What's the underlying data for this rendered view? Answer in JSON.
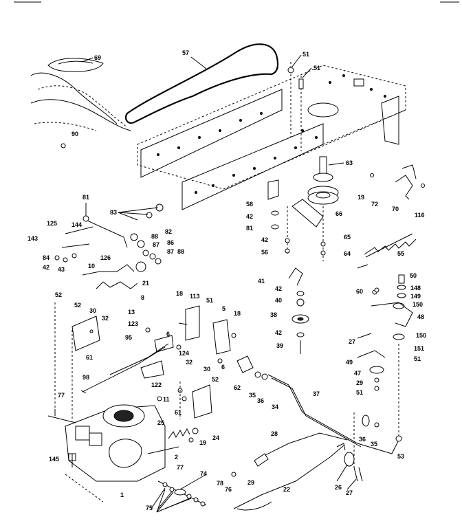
{
  "labels": {
    "l69": "69",
    "l57": "57",
    "l51a": "51",
    "l51b": "51",
    "l90": "90",
    "l63": "63",
    "l19a": "19",
    "l72": "72",
    "l70": "70",
    "l116": "116",
    "l58": "58",
    "l42a": "42",
    "l81a": "81",
    "l66": "66",
    "l42b": "42",
    "l56": "56",
    "l65": "65",
    "l64": "64",
    "l55": "55",
    "l81b": "81",
    "l83": "83",
    "l82": "82",
    "l125": "125",
    "l144": "144",
    "l143": "143",
    "l84": "84",
    "l42c": "42",
    "l43": "43",
    "l126": "126",
    "l88": "88",
    "l87a": "87",
    "l86": "86",
    "l87b": "87",
    "l88b": "88",
    "l10": "10",
    "l21": "21",
    "l8": "8",
    "l41": "41",
    "l42d": "42",
    "l40": "40",
    "l38": "38",
    "l42e": "42",
    "l39": "39",
    "l50": "50",
    "l60": "60",
    "l148": "148",
    "l149": "149",
    "l150a": "150",
    "l48": "48",
    "l27a": "27",
    "l150b": "150",
    "l151": "151",
    "l51c": "51",
    "l49": "49",
    "l47": "47",
    "l29a": "29",
    "l51d": "51",
    "l52a": "52",
    "l52b": "52",
    "l30a": "30",
    "l32a": "32",
    "l61a": "61",
    "l18a": "18",
    "l113": "113",
    "l51e": "51",
    "l5": "5",
    "l18b": "18",
    "l13": "13",
    "l123": "123",
    "l6a": "6",
    "l6b": "6",
    "l95": "95",
    "l124": "124",
    "l62": "62",
    "l35a": "35",
    "l36a": "36",
    "l34": "34",
    "l37": "37",
    "l98": "98",
    "l122": "122",
    "l11": "11",
    "l32b": "32",
    "l30b": "30",
    "l52c": "52",
    "l61b": "61",
    "l77a": "77",
    "l25": "25",
    "l24": "24",
    "l19b": "19",
    "l28": "28",
    "l36b": "36",
    "l35b": "35",
    "l53": "53",
    "l145": "145",
    "l2": "2",
    "l77b": "77",
    "l74": "74",
    "l29b": "29",
    "l22": "22",
    "l1": "1",
    "l78": "78",
    "l76": "76",
    "l75": "75",
    "l26": "26",
    "l27b": "27"
  }
}
